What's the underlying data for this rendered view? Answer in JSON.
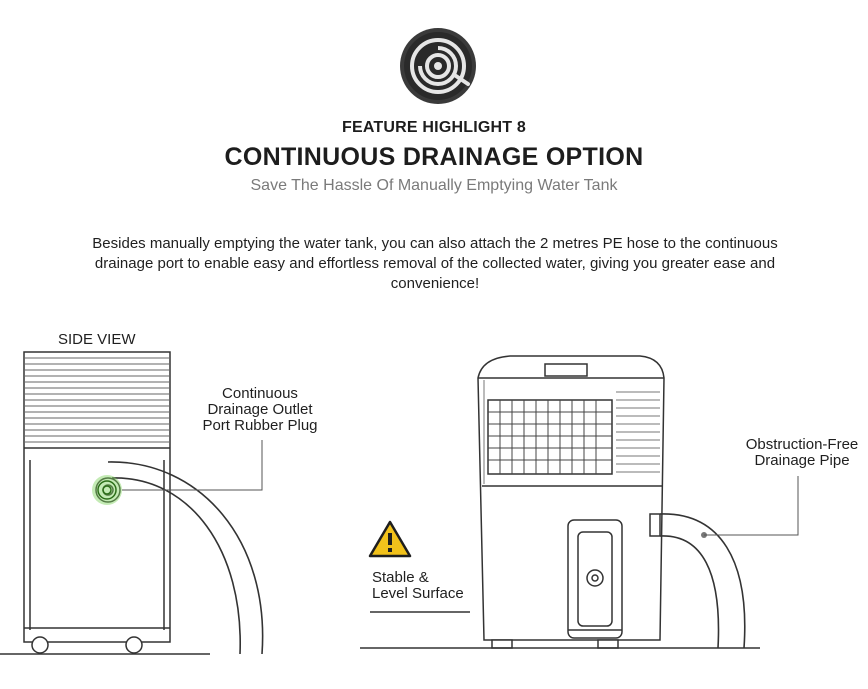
{
  "header": {
    "icon": "drainage-hose-coil-icon",
    "kicker": "FEATURE HIGHLIGHT 8",
    "title": "CONTINUOUS DRAINAGE OPTION",
    "subtitle": "Save The Hassle Of Manually Emptying Water Tank"
  },
  "description": "Besides manually emptying the water tank, you can also attach the 2 metres PE hose to the continuous drainage port to enable easy and effortless removal of the collected water, giving you greater ease and convenience!",
  "side_view": {
    "label": "SIDE VIEW",
    "callout": [
      "Continuous",
      "Drainage Outlet",
      "Port Rubber Plug"
    ]
  },
  "front_view": {
    "pipe_callout": [
      "Obstruction-Free",
      "Drainage Pipe"
    ],
    "warning_callout": [
      "Stable &",
      "Level Surface"
    ],
    "warning_icon": "warning-triangle-icon"
  },
  "colors": {
    "text": "#1d1d1d",
    "subtitle": "#7a7a7a",
    "plug_highlight": "#7cd35a",
    "warning": "#f2c21b"
  }
}
